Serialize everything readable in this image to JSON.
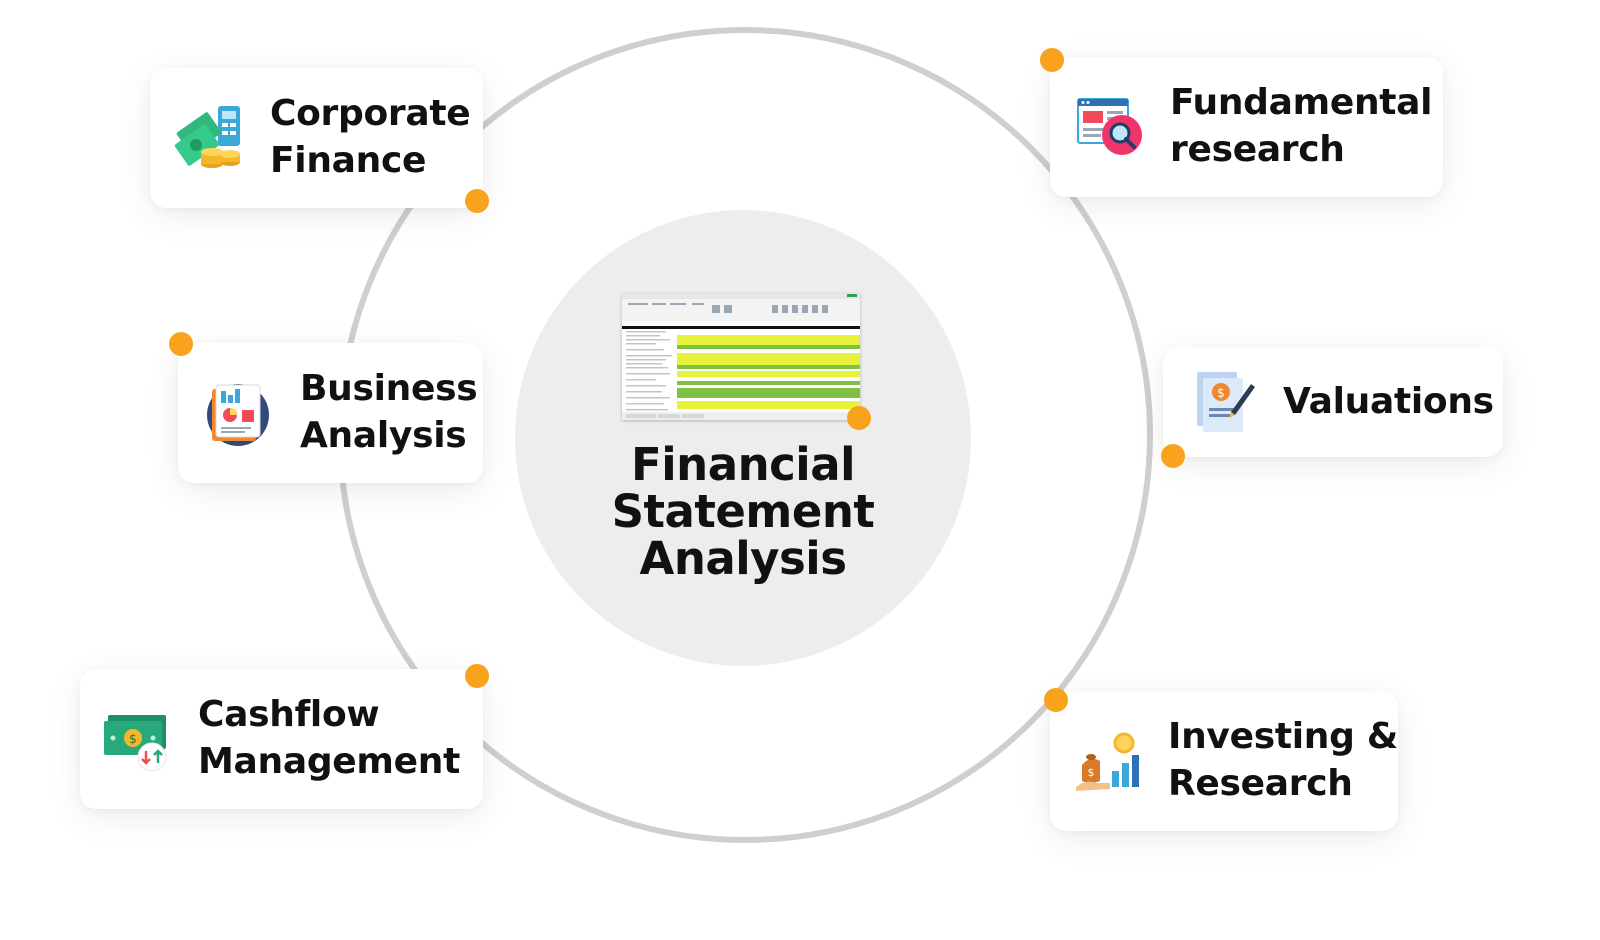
{
  "center": {
    "title_lines": [
      "Financial",
      "Statement",
      "Analysis"
    ]
  },
  "topics": [
    {
      "lines": [
        "Corporate",
        "Finance"
      ],
      "icon": "money-coins-icon"
    },
    {
      "lines": [
        "Business",
        "Analysis"
      ],
      "icon": "report-chart-icon"
    },
    {
      "lines": [
        "Cashflow",
        "Management"
      ],
      "icon": "cash-flow-icon"
    },
    {
      "lines": [
        "Fundamental",
        "research"
      ],
      "icon": "magnifier-document-icon"
    },
    {
      "lines": [
        "Valuations"
      ],
      "icon": "valuation-document-icon"
    },
    {
      "lines": [
        "Investing &",
        "Research"
      ],
      "icon": "investment-growth-icon"
    }
  ],
  "colors": {
    "accent_dot": "#f9a21b",
    "ring": "#cfcfcf",
    "hub_fill": "#ededed",
    "text": "#111111"
  }
}
